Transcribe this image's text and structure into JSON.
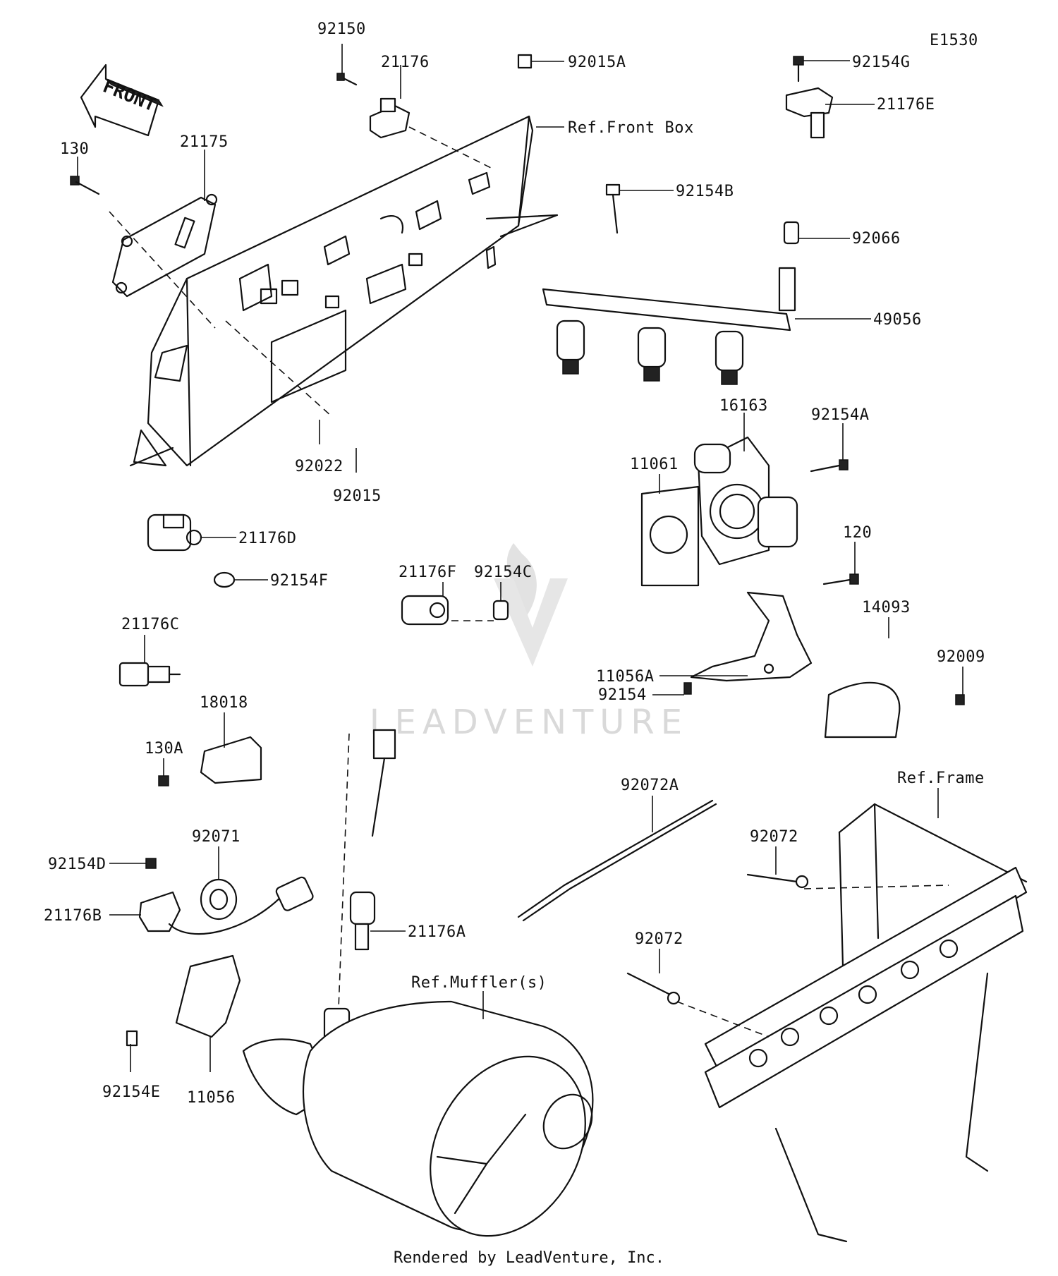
{
  "diagram": {
    "code": "E1530",
    "front_arrow": "FRONT",
    "watermark": "LEADVENTURE",
    "credit": "Rendered by LeadVenture, Inc.",
    "refs": {
      "front_box": "Ref.Front Box",
      "frame": "Ref.Frame",
      "muffler": "Ref.Muffler(s)"
    },
    "parts": [
      {
        "id": "92150",
        "label": "92150"
      },
      {
        "id": "21176",
        "label": "21176"
      },
      {
        "id": "92015A",
        "label": "92015A"
      },
      {
        "id": "92154G",
        "label": "92154G"
      },
      {
        "id": "21176E",
        "label": "21176E"
      },
      {
        "id": "130",
        "label": "130"
      },
      {
        "id": "21175",
        "label": "21175"
      },
      {
        "id": "92154B",
        "label": "92154B"
      },
      {
        "id": "92066",
        "label": "92066"
      },
      {
        "id": "49056",
        "label": "49056"
      },
      {
        "id": "92022",
        "label": "92022"
      },
      {
        "id": "92015",
        "label": "92015"
      },
      {
        "id": "16163",
        "label": "16163"
      },
      {
        "id": "92154A",
        "label": "92154A"
      },
      {
        "id": "11061",
        "label": "11061"
      },
      {
        "id": "21176D",
        "label": "21176D"
      },
      {
        "id": "92154F",
        "label": "92154F"
      },
      {
        "id": "21176F",
        "label": "21176F"
      },
      {
        "id": "92154C",
        "label": "92154C"
      },
      {
        "id": "120",
        "label": "120"
      },
      {
        "id": "14093",
        "label": "14093"
      },
      {
        "id": "21176C",
        "label": "21176C"
      },
      {
        "id": "11056A",
        "label": "11056A"
      },
      {
        "id": "92009",
        "label": "92009"
      },
      {
        "id": "92154",
        "label": "92154"
      },
      {
        "id": "18018",
        "label": "18018"
      },
      {
        "id": "130A",
        "label": "130A"
      },
      {
        "id": "92072A",
        "label": "92072A"
      },
      {
        "id": "92072-upper",
        "label": "92072"
      },
      {
        "id": "92071",
        "label": "92071"
      },
      {
        "id": "92154D",
        "label": "92154D"
      },
      {
        "id": "21176B",
        "label": "21176B"
      },
      {
        "id": "21176A",
        "label": "21176A"
      },
      {
        "id": "92072-lower",
        "label": "92072"
      },
      {
        "id": "92154E",
        "label": "92154E"
      },
      {
        "id": "11056",
        "label": "11056"
      }
    ]
  }
}
